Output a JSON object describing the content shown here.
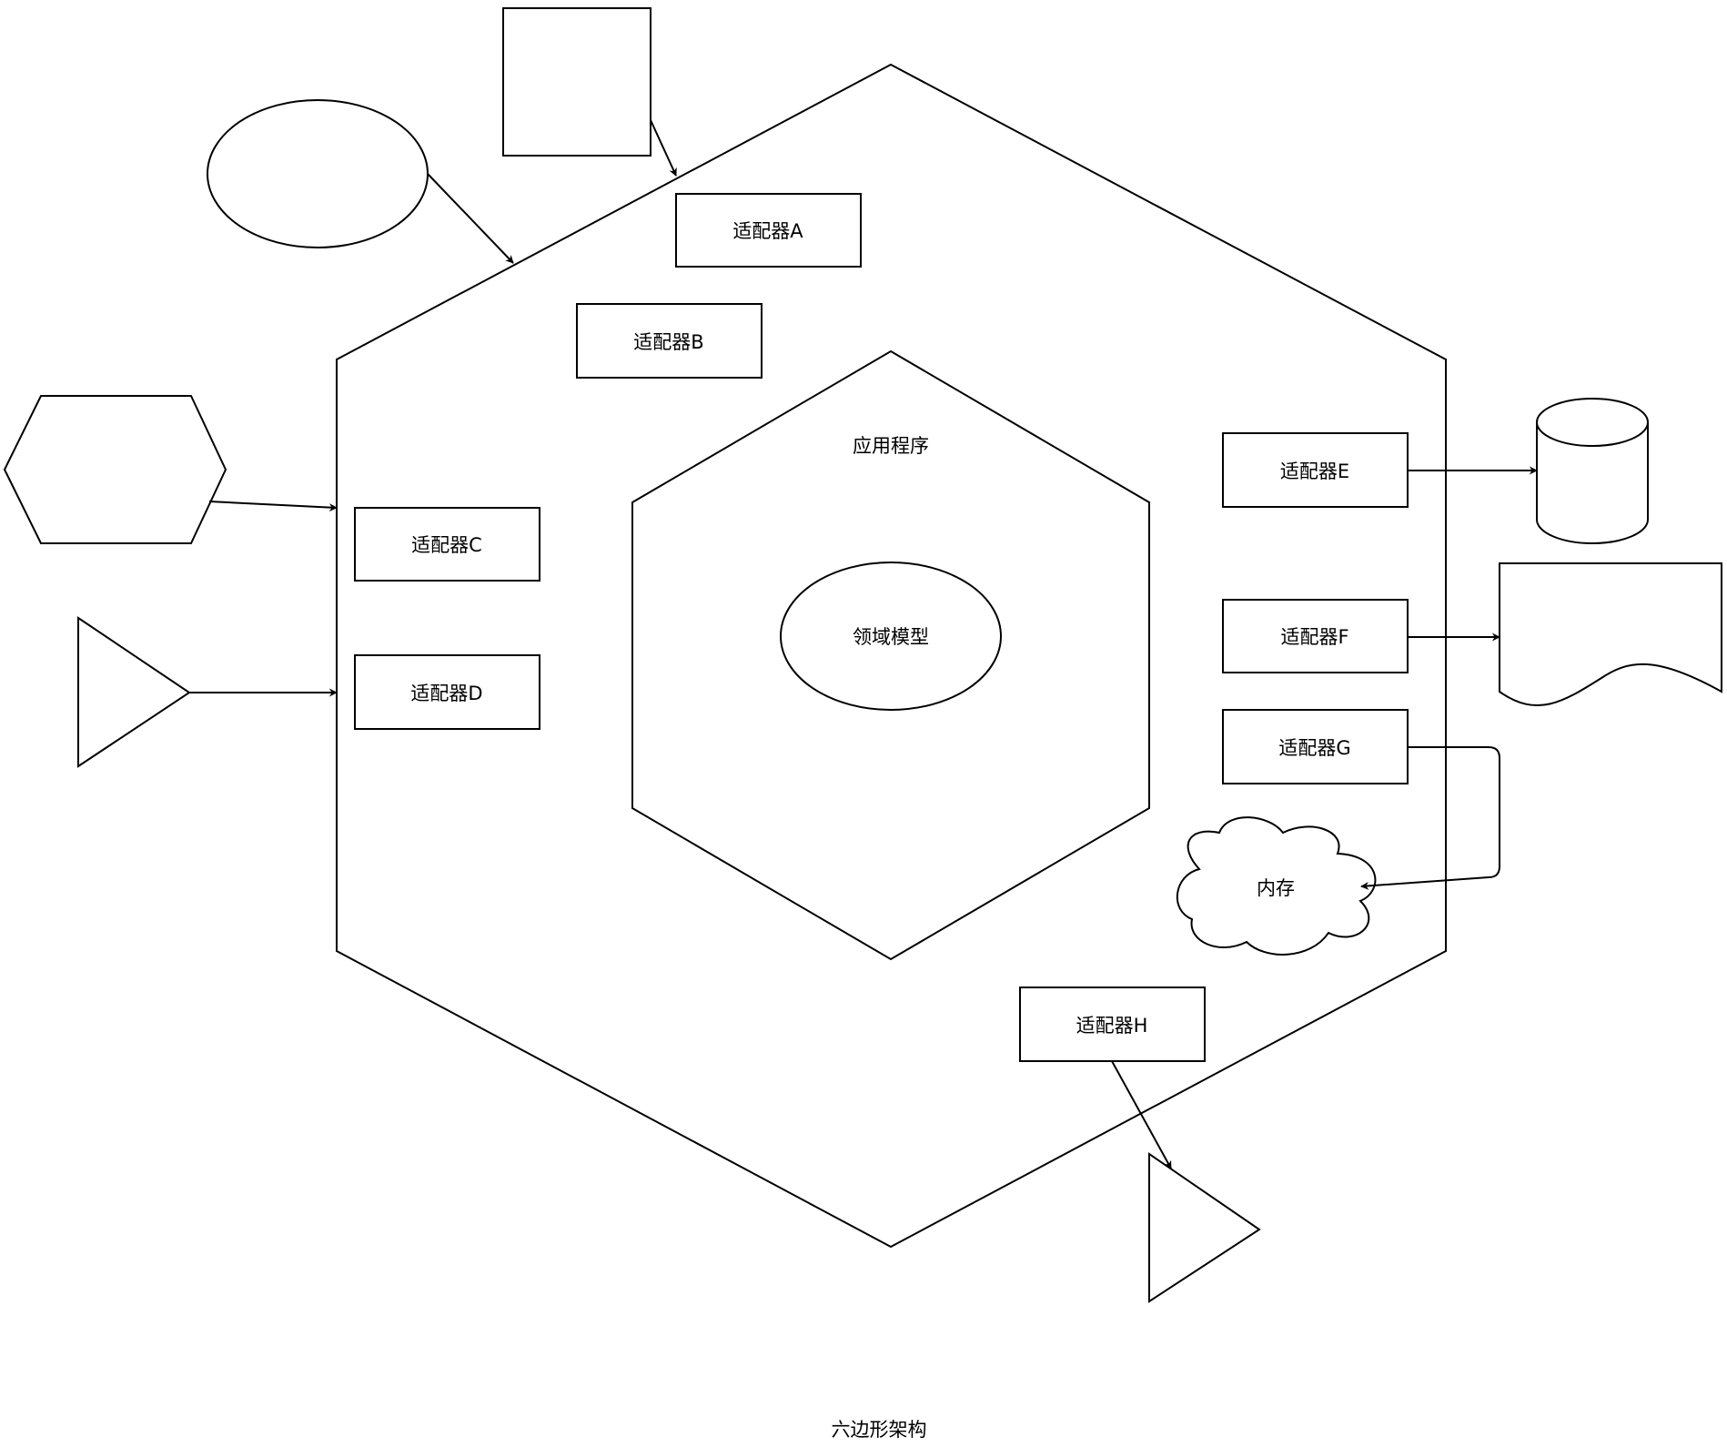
{
  "diagram": {
    "caption": "六边形架构",
    "application_label": "应用程序",
    "domain_model_label": "领域模型",
    "memory_label": "内存",
    "adapters": {
      "a": "适配器A",
      "b": "适配器B",
      "c": "适配器C",
      "d": "适配器D",
      "e": "适配器E",
      "f": "适配器F",
      "g": "适配器G",
      "h": "适配器H"
    }
  },
  "colors": {
    "stroke": "#000000",
    "fill": "#ffffff"
  }
}
